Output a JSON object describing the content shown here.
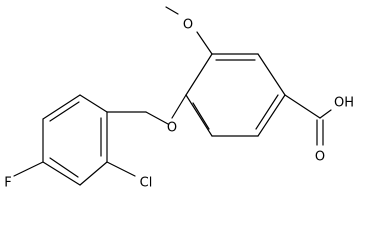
{
  "molecule": {
    "atoms": {
      "methoxy_oxygen": "O",
      "ether_oxygen": "O",
      "acid_hydroxyl": "OH",
      "acid_carbonyl_oxygen": "O",
      "chlorine": "Cl",
      "fluorine": "F"
    }
  }
}
